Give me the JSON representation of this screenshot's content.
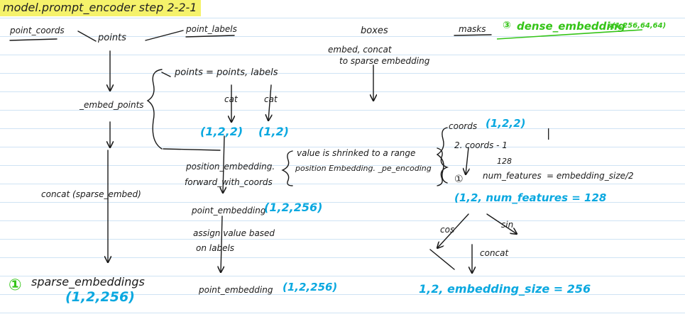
{
  "title": "model.prompt_encoder step 2-2-1",
  "highlight_color": "#f5f26b",
  "ink_color": "#1a1a1a",
  "blue_color": "#0aa8e0",
  "green_color": "#35c418",
  "top": {
    "point_coords": "point_coords",
    "points": "points",
    "point_labels": "point_labels",
    "boxes": "boxes",
    "boxes_note_1": "embed, concat",
    "boxes_note_2": "to sparse embedding",
    "masks": "masks",
    "dense_num": "③",
    "dense": "dense_embedding",
    "dense_shape": "s(1,256,64,64)"
  },
  "left": {
    "embed_points": "_embed_points",
    "concat": "concat (sparse_embed)",
    "sparse_num": "①",
    "sparse": "sparse_embeddings",
    "sparse_shape": "(1,2,256)"
  },
  "middle": {
    "points_eq": "points = points, labels",
    "cat1": "cat",
    "cat2": "cat",
    "shape1": "(1,2,2)",
    "shape2": "(1,2)",
    "pe1": "position_embedding.",
    "pe2": "forward_with_coords",
    "point_embedding": "point_embedding",
    "pe_shape": "(1,2,256)",
    "assign1": "assign value based",
    "assign2": "on labels",
    "out": "point_embedding",
    "out_shape": "(1,2,256)"
  },
  "note": {
    "line1": "value is shrinked to a range",
    "line2": "position Embedding. _pe_encoding"
  },
  "right": {
    "coords": "coords",
    "coords_shape": "(1,2,2)",
    "step2": "2. coords - 1",
    "step_num": "①",
    "num_features_val": "128",
    "num_features": "num_features",
    "eq": "= embedding_size/2",
    "shape_blue": "(1,2, num_features = 128",
    "cos": "cos",
    "sin": "sin",
    "concat": "concat",
    "final": "1,2, embedding_size = 256"
  }
}
